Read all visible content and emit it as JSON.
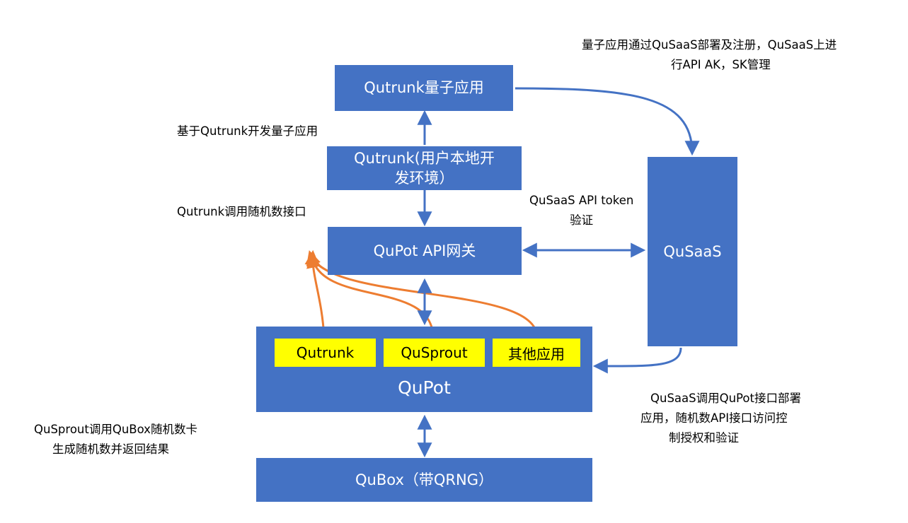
{
  "boxes": {
    "qutrunk_app": "Qutrunk量子应用",
    "qutrunk_env_line1": "Qutrunk(用户本地开",
    "qutrunk_env_line2": "发环境）",
    "gateway": "QuPot API网关",
    "qusaas": "QuSaaS",
    "qupot": "QuPot",
    "qubox": "QuBox（带QRNG）"
  },
  "modules": [
    "Qutrunk",
    "QuSprout",
    "其他应用"
  ],
  "notes": {
    "register_line1": "量子应用通过QuSaaS部署及注册，QuSaaS上进",
    "register_line2": "行API AK，SK管理",
    "develop": "基于Qutrunk开发量子应用",
    "call_random": "Qutrunk调用随机数接口",
    "token_line1": "QuSaaS API token",
    "token_line2": "验证",
    "deploy_line1": "QuSaaS调用QuPot接口部署",
    "deploy_line2": "应用，随机数API接口访问控",
    "deploy_line3": "制授权和验证",
    "qubox_line1": "QuSprout调用QuBox随机数卡",
    "qubox_line2": "生成随机数并返回结果"
  },
  "colors": {
    "box_blue": "#4472c4",
    "module_yellow": "#ffff00",
    "arrow_blue": "#4472c4",
    "arrow_orange": "#ed7d31"
  }
}
